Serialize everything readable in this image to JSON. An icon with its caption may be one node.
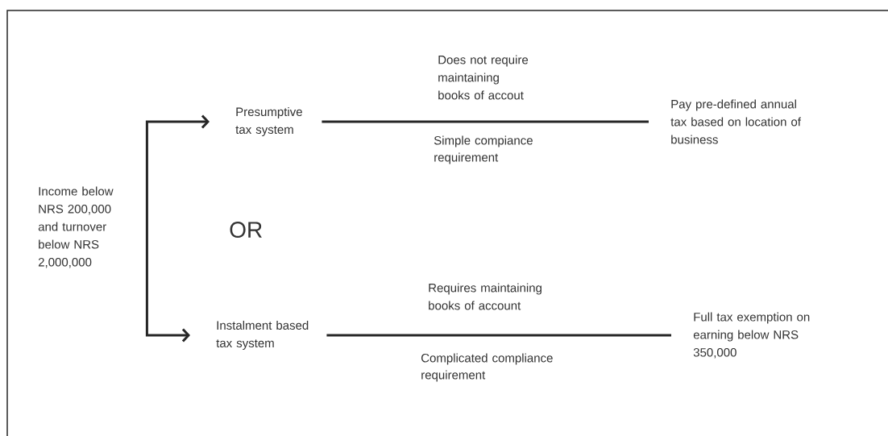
{
  "diagram": {
    "nodes": [
      {
        "text": [
          "Income below NRS 200,000 and turnover below NRS 2,000,000"
        ]
      },
      {
        "text": [
          "Presumptive tax system"
        ]
      },
      {
        "text": [
          "Instalment based tax system"
        ]
      },
      {
        "text": [
          "Pay pre-defined annual tax based on location of business"
        ]
      },
      {
        "text": [
          "Full tax exemption on earning  below NRS 350,000"
        ]
      }
    ],
    "edges": [
      {
        "from": 0,
        "to": 1,
        "arrow": "to"
      },
      {
        "from": 0,
        "to": 2,
        "arrow": "to"
      },
      {
        "from": 1,
        "to": 3,
        "arrow": "none",
        "label": "Does not require maintaining books of accout"
      },
      {
        "from": 2,
        "to": 4,
        "arrow": "none",
        "label": "Requires maintaining books of account"
      }
    ],
    "labels": [
      "Simple compiance requirement",
      "OR",
      "Complicated compliance requirement"
    ]
  }
}
